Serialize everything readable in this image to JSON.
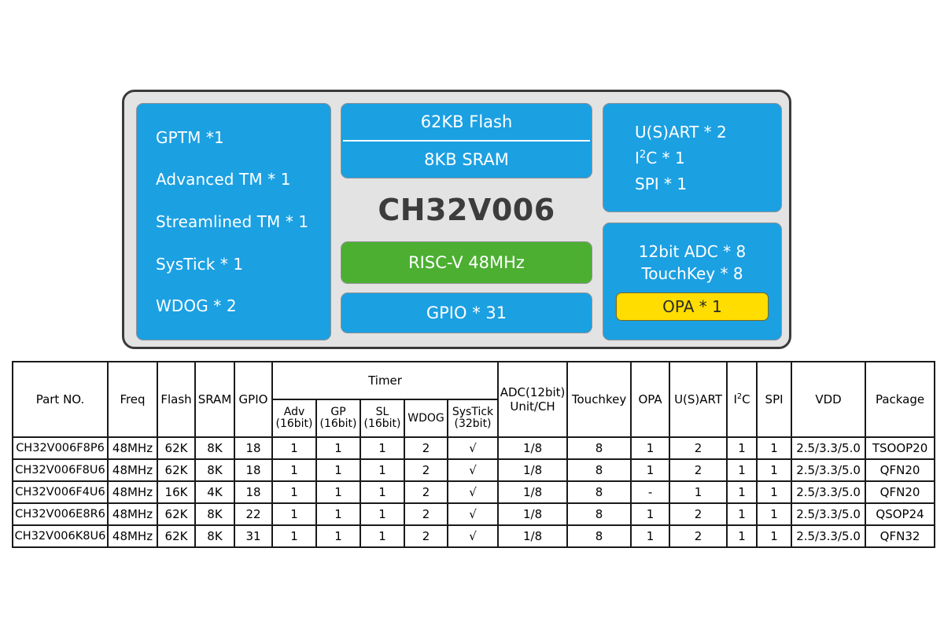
{
  "diagram": {
    "chip_name": "CH32V006",
    "colors": {
      "blue": "#1ba0e2",
      "green": "#4caf32",
      "yellow": "#ffdd00",
      "frame": "#e3e3e3",
      "frame_border": "#3a3a3a"
    },
    "left_block": {
      "lines": [
        "GPTM *1",
        "Advanced TM * 1",
        "Streamlined TM * 1",
        "SysTick  * 1",
        "WDOG * 2"
      ]
    },
    "memory_block": {
      "flash": "62KB Flash",
      "sram": "8KB SRAM"
    },
    "core_block": {
      "label": "RISC-V  48MHz"
    },
    "gpio_block": {
      "label": "GPIO * 31"
    },
    "comm_block": {
      "usart": "U(S)ART * 2",
      "i2c_prefix": "I",
      "i2c_sup": "2",
      "i2c_suffix": "C * 1",
      "spi": "SPI * 1"
    },
    "analog_block": {
      "adc": "12bit ADC * 8",
      "touchkey": "TouchKey * 8",
      "opa": "OPA * 1"
    }
  },
  "table": {
    "headers": {
      "part_no": "Part NO.",
      "freq": "Freq",
      "flash": "Flash",
      "sram": "SRAM",
      "gpio": "GPIO",
      "timer_group": "Timer",
      "adv": "Adv",
      "adv_sub": "(16bit)",
      "gp": "GP",
      "gp_sub": "(16bit)",
      "sl": "SL",
      "sl_sub": "(16bit)",
      "wdog": "WDOG",
      "systick": "SysTick",
      "systick_sub": "(32bit)",
      "adc": "ADC(12bit)",
      "adc_sub": "Unit/CH",
      "touchkey": "Touchkey",
      "opa": "OPA",
      "usart": "U(S)ART",
      "i2c_prefix": "I",
      "i2c_sup": "2",
      "i2c_suffix": "C",
      "spi": "SPI",
      "vdd": "VDD",
      "package": "Package"
    },
    "rows": [
      {
        "part_no": "CH32V006F8P6",
        "freq": "48MHz",
        "flash": "62K",
        "sram": "8K",
        "gpio": "18",
        "adv": "1",
        "gp": "1",
        "sl": "1",
        "wdog": "2",
        "systick": "√",
        "adc": "1/8",
        "touchkey": "8",
        "opa": "1",
        "usart": "2",
        "i2c": "1",
        "spi": "1",
        "vdd": "2.5/3.3/5.0",
        "package": "TSOOP20"
      },
      {
        "part_no": "CH32V006F8U6",
        "freq": "48MHz",
        "flash": "62K",
        "sram": "8K",
        "gpio": "18",
        "adv": "1",
        "gp": "1",
        "sl": "1",
        "wdog": "2",
        "systick": "√",
        "adc": "1/8",
        "touchkey": "8",
        "opa": "1",
        "usart": "2",
        "i2c": "1",
        "spi": "1",
        "vdd": "2.5/3.3/5.0",
        "package": "QFN20"
      },
      {
        "part_no": "CH32V006F4U6",
        "freq": "48MHz",
        "flash": "16K",
        "sram": "4K",
        "gpio": "18",
        "adv": "1",
        "gp": "1",
        "sl": "1",
        "wdog": "2",
        "systick": "√",
        "adc": "1/8",
        "touchkey": "8",
        "opa": "-",
        "usart": "1",
        "i2c": "1",
        "spi": "1",
        "vdd": "2.5/3.3/5.0",
        "package": "QFN20"
      },
      {
        "part_no": "CH32V006E8R6",
        "freq": "48MHz",
        "flash": "62K",
        "sram": "8K",
        "gpio": "22",
        "adv": "1",
        "gp": "1",
        "sl": "1",
        "wdog": "2",
        "systick": "√",
        "adc": "1/8",
        "touchkey": "8",
        "opa": "1",
        "usart": "2",
        "i2c": "1",
        "spi": "1",
        "vdd": "2.5/3.3/5.0",
        "package": "QSOP24"
      },
      {
        "part_no": "CH32V006K8U6",
        "freq": "48MHz",
        "flash": "62K",
        "sram": "8K",
        "gpio": "31",
        "adv": "1",
        "gp": "1",
        "sl": "1",
        "wdog": "2",
        "systick": "√",
        "adc": "1/8",
        "touchkey": "8",
        "opa": "1",
        "usart": "2",
        "i2c": "1",
        "spi": "1",
        "vdd": "2.5/3.3/5.0",
        "package": "QFN32"
      }
    ]
  }
}
